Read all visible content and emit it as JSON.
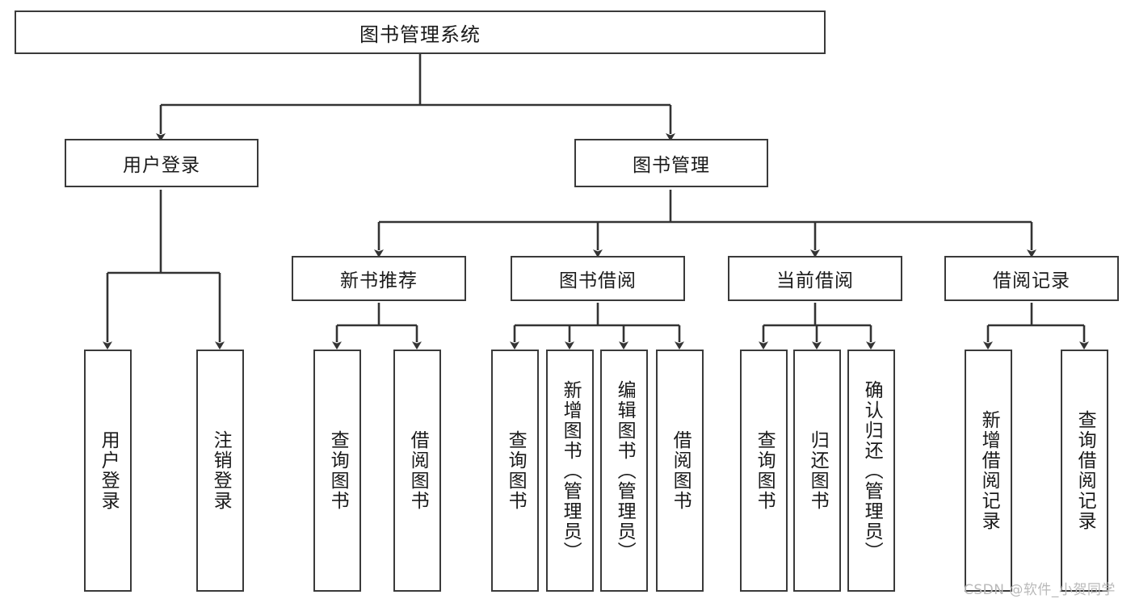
{
  "diagram": {
    "title": "图书管理系统",
    "type": "tree-hierarchy-diagram",
    "watermark": "CSDN @软件_小贺同学",
    "colors": {
      "box_border": "#3a3a3a",
      "box_fill": "#ffffff",
      "connector": "#333333",
      "text": "#1a1a1a",
      "watermark": "#b9b9b9",
      "background": "#ffffff"
    },
    "root": {
      "label": "图书管理系统"
    },
    "level2": [
      {
        "id": "user-login",
        "label": "用户登录"
      },
      {
        "id": "book-management",
        "label": "图书管理"
      }
    ],
    "level3": [
      {
        "id": "new-book-recommend",
        "label": "新书推荐"
      },
      {
        "id": "book-borrow",
        "label": "图书借阅"
      },
      {
        "id": "current-borrow",
        "label": "当前借阅"
      },
      {
        "id": "borrow-record",
        "label": "借阅记录"
      }
    ],
    "leaves": {
      "user_login": [
        {
          "id": "leaf-user-login",
          "label": "用户登录"
        },
        {
          "id": "leaf-logout-login",
          "label": "注销登录"
        }
      ],
      "new_book_recommend": [
        {
          "id": "leaf-query-book-1",
          "label": "查询图书"
        },
        {
          "id": "leaf-borrow-book-1",
          "label": "借阅图书"
        }
      ],
      "book_borrow": [
        {
          "id": "leaf-query-book-2",
          "label": "查询图书"
        },
        {
          "id": "leaf-add-book",
          "label": "新增图书（管理员）"
        },
        {
          "id": "leaf-edit-book",
          "label": "编辑图书（管理员）"
        },
        {
          "id": "leaf-borrow-book-2",
          "label": "借阅图书"
        }
      ],
      "current_borrow": [
        {
          "id": "leaf-query-book-3",
          "label": "查询图书"
        },
        {
          "id": "leaf-return-book",
          "label": "归还图书"
        },
        {
          "id": "leaf-confirm-return",
          "label": "确认归还（管理员）"
        }
      ],
      "borrow_record": [
        {
          "id": "leaf-add-record",
          "label": "新增借阅记录"
        },
        {
          "id": "leaf-query-record",
          "label": "查询借阅记录"
        }
      ]
    }
  }
}
